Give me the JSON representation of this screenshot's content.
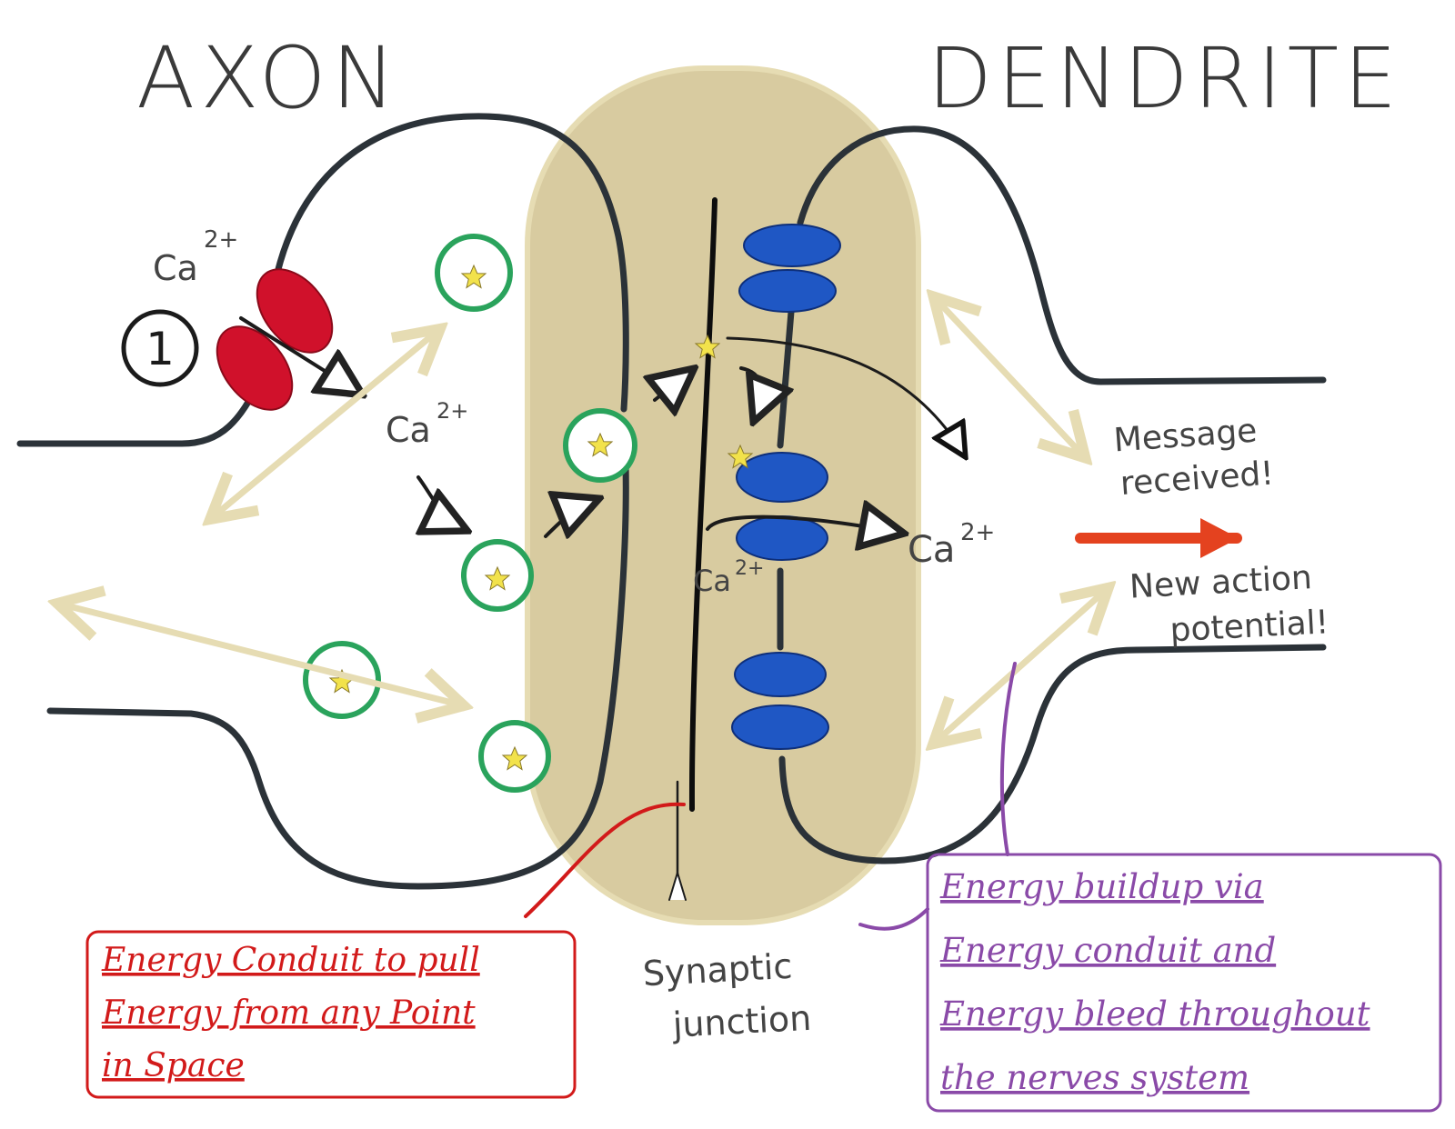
{
  "titles": {
    "axon": "AXON",
    "dendrite": "DENDRITE"
  },
  "labels": {
    "step_number": "1",
    "ca_channel": "Ca",
    "ca_channel_sup": "2+",
    "ca_mid": "Ca",
    "ca_mid_sup": "2+",
    "ca_receptor": "Ca",
    "ca_receptor_sup": "2+",
    "ca_out": "Ca",
    "ca_out_sup": "2+",
    "message_line1": "Message",
    "message_line2": "received!",
    "action_line1": "New action",
    "action_line2": "potential!",
    "synaptic_line1": "Synaptic",
    "synaptic_line2": "junction"
  },
  "notes": {
    "red": [
      "Energy Conduit to pull",
      "Energy from any Point",
      "in Space"
    ],
    "purple": [
      "Energy buildup via",
      "Energy conduit and",
      "Energy bleed throughout",
      "the nerves system"
    ]
  },
  "colors": {
    "membrane": "#2b3238",
    "conduit": "#d8cba0",
    "ca_channel": "#d0112b",
    "receptor": "#1f57c4",
    "vesicle": "#2aa35c",
    "neurotransmitter": "#f2e24b",
    "red_note": "#d21a1a",
    "purple_note": "#8a4aa8",
    "orange_arrow": "#e4421f"
  }
}
